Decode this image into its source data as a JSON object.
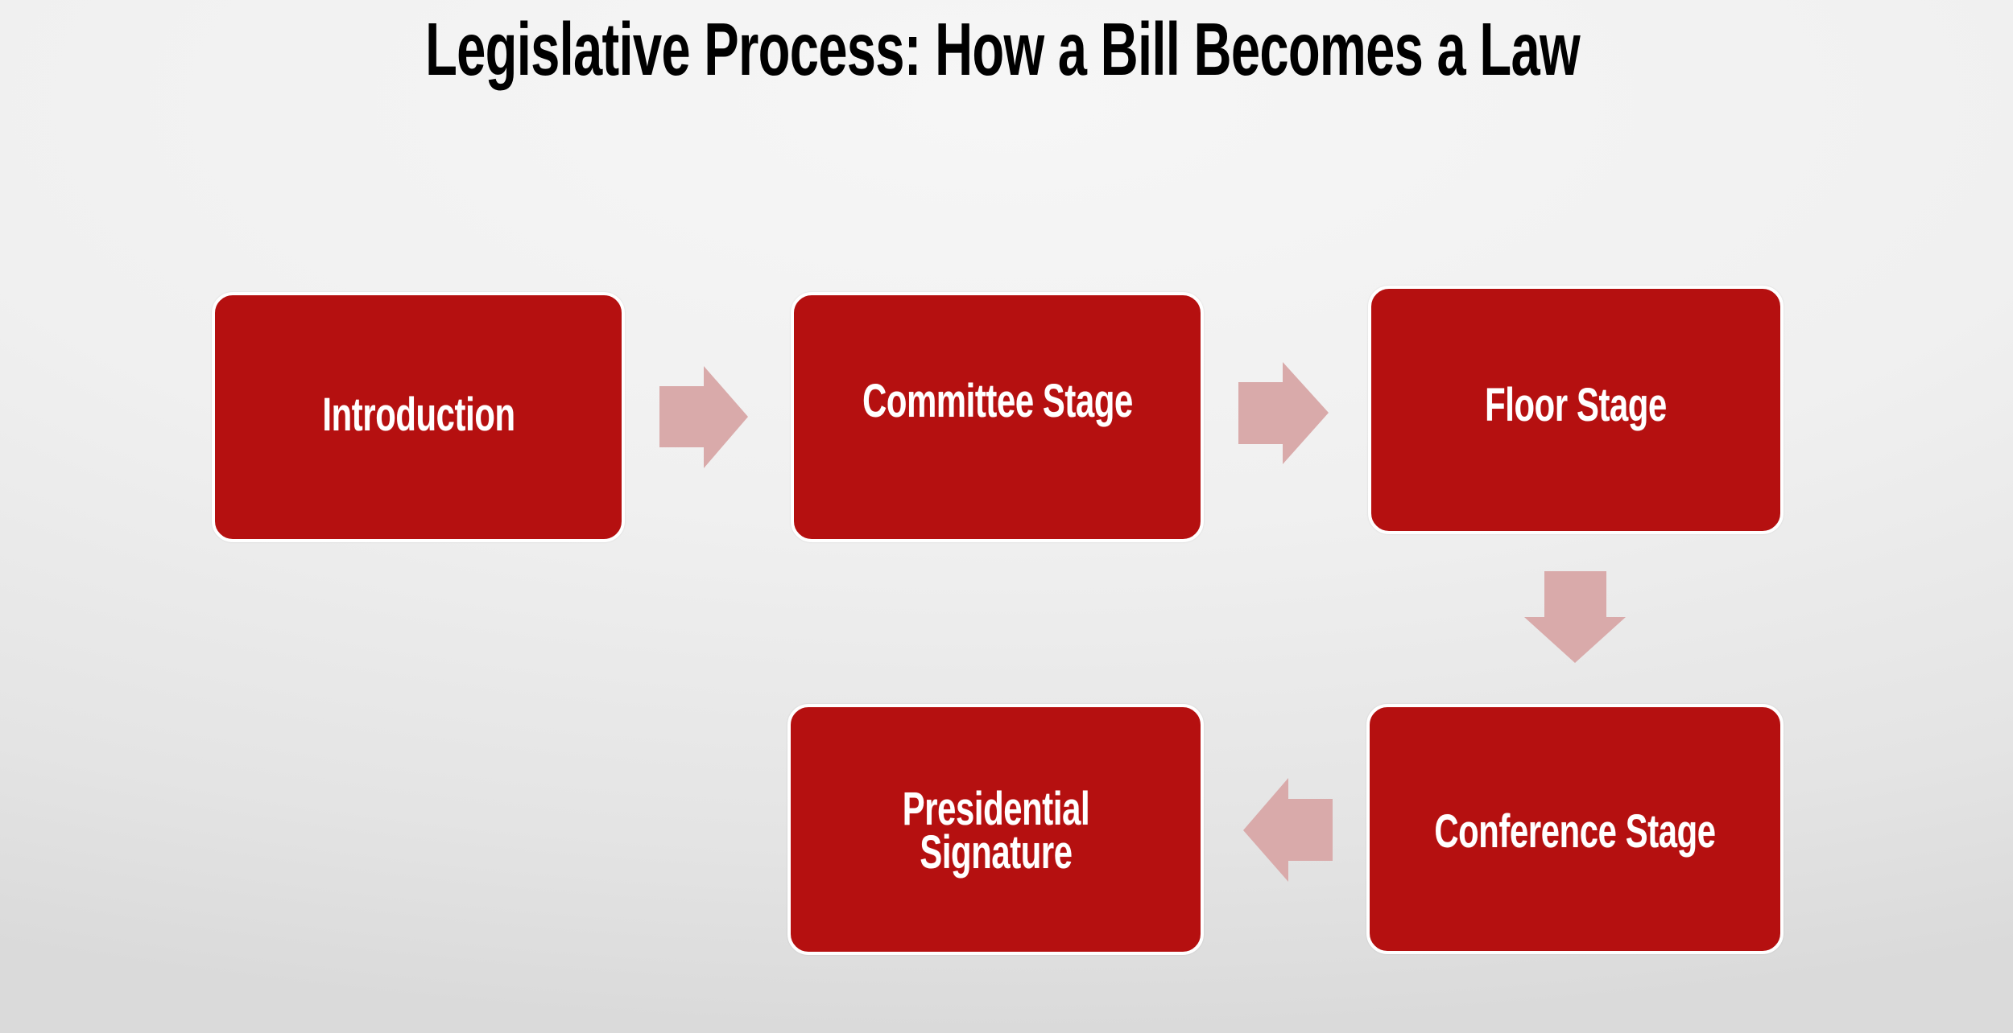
{
  "title": "Legislative Process: How a Bill Becomes a Law",
  "colors": {
    "box_fill": "#b51010",
    "box_border": "#ffffff",
    "arrow_fill": "#d9aaaa",
    "title_text": "#000000",
    "label_text": "#ffffff"
  },
  "steps": [
    {
      "label": "Introduction"
    },
    {
      "label": "Committee Stage"
    },
    {
      "label": "Floor Stage"
    },
    {
      "label": "Conference Stage"
    },
    {
      "label_line1": "Presidential",
      "label_line2": "Signature"
    }
  ],
  "flow": [
    {
      "from": "Introduction",
      "to": "Committee Stage",
      "direction": "right"
    },
    {
      "from": "Committee Stage",
      "to": "Floor Stage",
      "direction": "right"
    },
    {
      "from": "Floor Stage",
      "to": "Conference Stage",
      "direction": "down"
    },
    {
      "from": "Conference Stage",
      "to": "Presidential Signature",
      "direction": "left"
    }
  ]
}
